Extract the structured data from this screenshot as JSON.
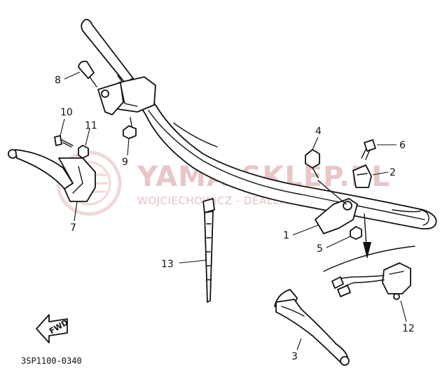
{
  "diagram": {
    "part_labels": {
      "p1": "1",
      "p2": "2",
      "p3": "3",
      "p4": "4",
      "p5": "5",
      "p6": "6",
      "p7": "7",
      "p8": "8",
      "p9": "9",
      "p10": "10",
      "p11": "11",
      "p12": "12",
      "p13": "13"
    },
    "fwd_label": "FWD",
    "drawing_code": "3SP1100-0340"
  },
  "watermark": {
    "title": "YAMA-SKLEP.PL",
    "subtitle": "WOJCIECHOWICZ - DEALER YAMAHA",
    "color": "#e9c7c7"
  }
}
